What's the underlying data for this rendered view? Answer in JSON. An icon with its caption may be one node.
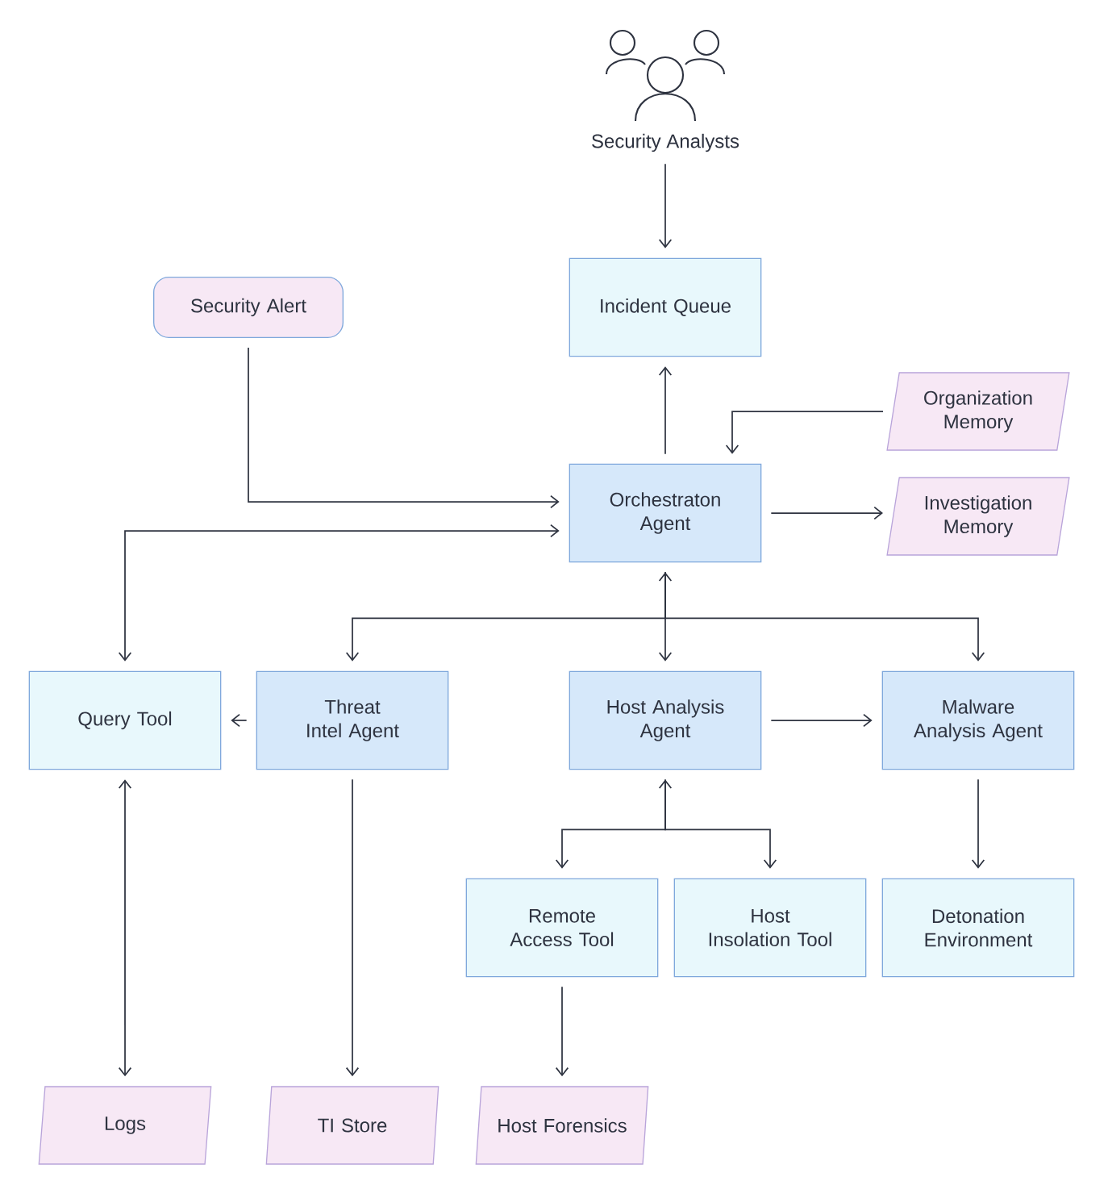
{
  "diagram": {
    "nodes": [
      {
        "text": [
          "Security Analysts"
        ]
      },
      {
        "text": [
          "Security Alert"
        ]
      },
      {
        "text": [
          "Incident Queue"
        ]
      },
      {
        "text": [
          "Organization Memory"
        ]
      },
      {
        "text": [
          "Orchestraton Agent"
        ]
      },
      {
        "text": [
          "Investigation Memory"
        ]
      },
      {
        "text": [
          "Query Tool"
        ]
      },
      {
        "text": [
          "Threat Intel Agent"
        ]
      },
      {
        "text": [
          "Host Analysis Agent"
        ]
      },
      {
        "text": [
          "Malware Analysis Agent"
        ]
      },
      {
        "text": [
          "Remote Access Tool"
        ]
      },
      {
        "text": [
          "Host Insolation Tool"
        ]
      },
      {
        "text": [
          "Detonation Environment"
        ]
      },
      {
        "text": [
          "Logs"
        ]
      },
      {
        "text": [
          "TI Store"
        ]
      },
      {
        "text": [
          "Host Forensics"
        ]
      }
    ],
    "edges": [
      {
        "from": 0,
        "to": 2,
        "arrow": "to"
      },
      {
        "from": 4,
        "to": 2,
        "arrow": "to"
      },
      {
        "from": 3,
        "to": 4,
        "arrow": "to"
      },
      {
        "from": 1,
        "to": 4,
        "arrow": "to"
      },
      {
        "from": 6,
        "to": 4,
        "arrow": "both"
      },
      {
        "from": 4,
        "to": 5,
        "arrow": "to"
      },
      {
        "from": 4,
        "to": 8,
        "arrow": "both"
      },
      {
        "from": 4,
        "to": 7,
        "arrow": "to"
      },
      {
        "from": 4,
        "to": 9,
        "arrow": "to"
      },
      {
        "from": 7,
        "to": 6,
        "arrow": "to"
      },
      {
        "from": 8,
        "to": 9,
        "arrow": "to"
      },
      {
        "from": 6,
        "to": 13,
        "arrow": "both"
      },
      {
        "from": 7,
        "to": 14,
        "arrow": "to"
      },
      {
        "from": 8,
        "to": 10,
        "arrow": "both"
      },
      {
        "from": 8,
        "to": 11,
        "arrow": "to"
      },
      {
        "from": 9,
        "to": 12,
        "arrow": "to"
      },
      {
        "from": 10,
        "to": 15,
        "arrow": "to"
      }
    ]
  }
}
